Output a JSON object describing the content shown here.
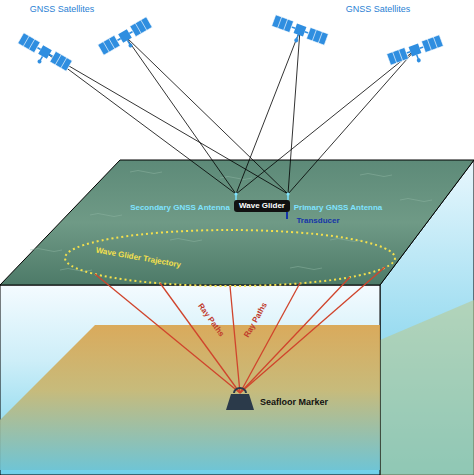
{
  "diagram": {
    "labels": [
      "GNSS Satellites",
      "GNSS Satellites",
      "Wave Glider",
      "Secondary GNSS Antenna",
      "Primary GNSS Antenna",
      "Transducer",
      "Wave Glider Trajectory",
      "Ray Paths",
      "Ray Paths",
      "Seafloor Marker"
    ]
  }
}
